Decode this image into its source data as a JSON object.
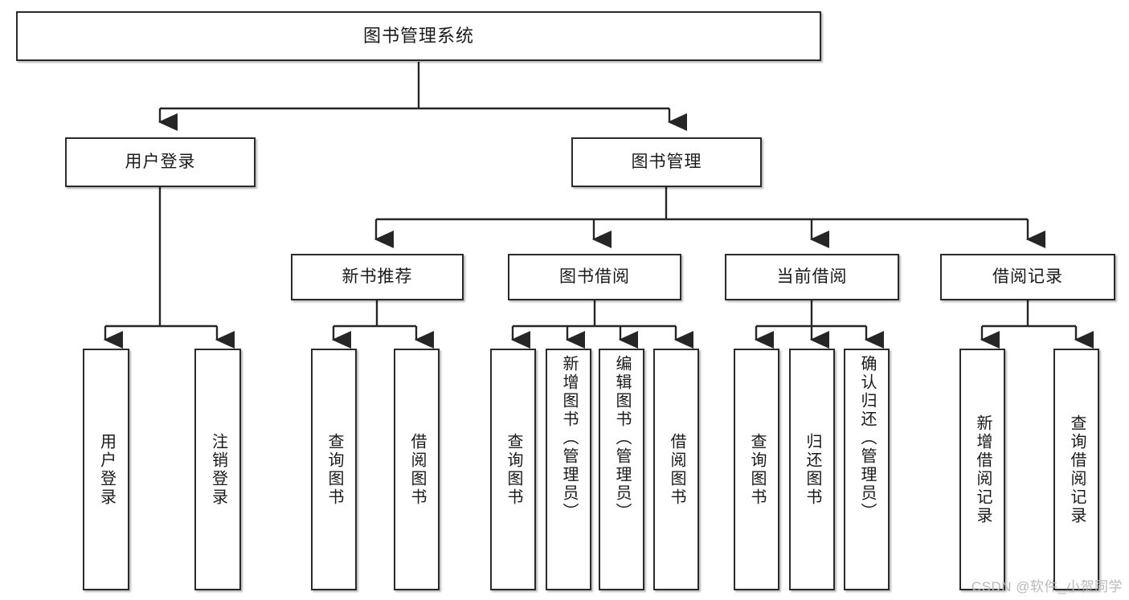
{
  "diagram": {
    "title": "图书管理系统",
    "type": "tree-hierarchy-diagram",
    "colors": {
      "box_border": "#2b2b2b",
      "box_fill": "#ffffff",
      "connector": "#262626",
      "text": "#1a1a1a",
      "watermark": "#b9b9b9"
    },
    "root": {
      "label": "图书管理系统"
    },
    "level2": [
      {
        "label": "用户登录"
      },
      {
        "label": "图书管理"
      }
    ],
    "level3": [
      {
        "label": "新书推荐"
      },
      {
        "label": "图书借阅"
      },
      {
        "label": "当前借阅"
      },
      {
        "label": "借阅记录"
      }
    ],
    "leaves": {
      "user_login": [
        {
          "label": "用户登录"
        },
        {
          "label": "注销登录"
        }
      ],
      "new_book_recommend": [
        {
          "label": "查询图书"
        },
        {
          "label": "借阅图书"
        }
      ],
      "book_borrow": [
        {
          "label": "查询图书"
        },
        {
          "label": "新增图书（管理员）"
        },
        {
          "label": "编辑图书（管理员）"
        },
        {
          "label": "借阅图书"
        }
      ],
      "current_borrow": [
        {
          "label": "查询图书"
        },
        {
          "label": "归还图书"
        },
        {
          "label": "确认归还（管理员）"
        }
      ],
      "borrow_record": [
        {
          "label": "新增借阅记录"
        },
        {
          "label": "查询借阅记录"
        }
      ]
    }
  },
  "watermark": {
    "text": "CSDN @软件_小贺同学"
  }
}
